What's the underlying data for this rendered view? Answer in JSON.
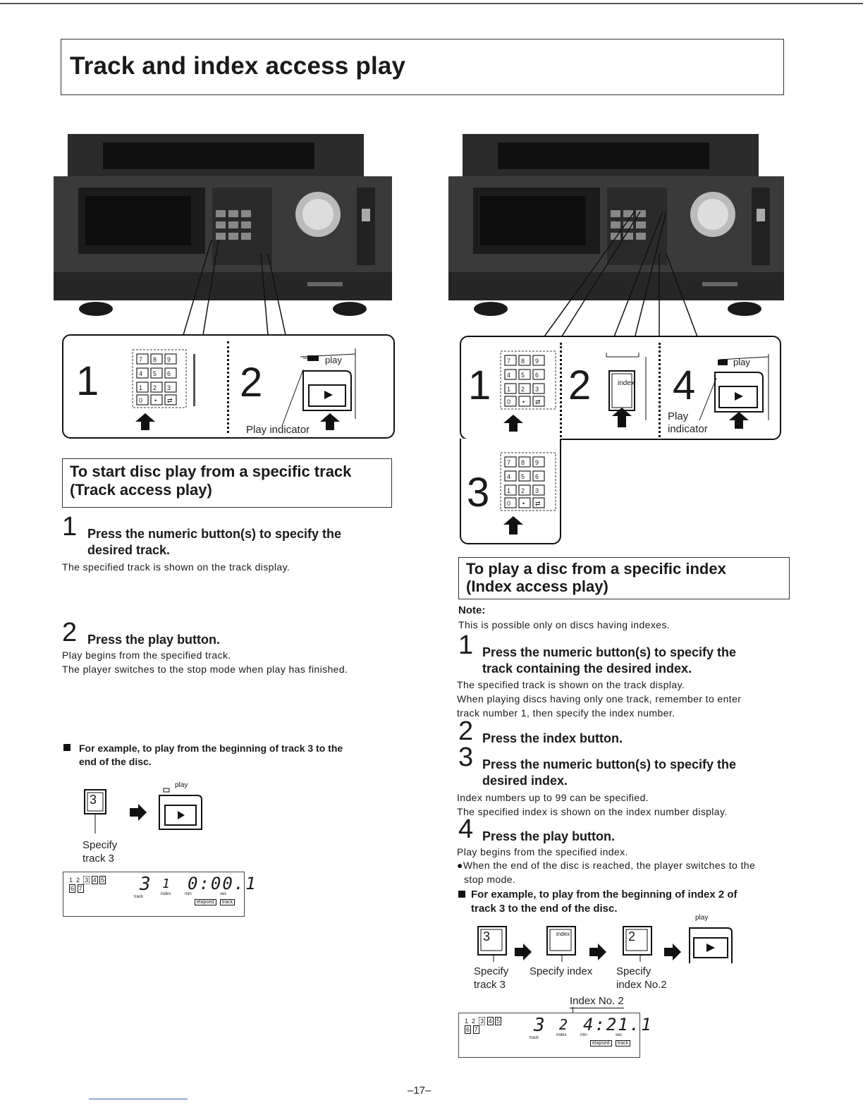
{
  "title": "Track and index access play",
  "left": {
    "callout1_num": "1",
    "callout2_num": "2",
    "callout2_play_label": "play",
    "callout2_caption": "Play indicator",
    "section_title_line1": "To start disc play from a specific track",
    "section_title_line2": "(Track access play)",
    "steps": [
      {
        "num": "1",
        "text_line1": "Press the numeric button(s) to specify the",
        "text_line2": "desired track.",
        "body": [
          "The specified track is shown on the track display."
        ]
      },
      {
        "num": "2",
        "text_line1": "Press the play button.",
        "body": [
          "Play begins from the specified track.",
          "The player switches to the stop mode when play has finished."
        ]
      }
    ],
    "example_line1": "For example, to play from the beginning of track 3 to the",
    "example_line2": "end of the disc.",
    "example_box_value": "3",
    "example_play_label": "play",
    "example_specify_line1": "Specify",
    "example_specify_line2": "track 3",
    "display": {
      "track_nums": [
        "1",
        "2",
        "3",
        "4",
        "5",
        "6",
        "7"
      ],
      "track": "3",
      "index": "1",
      "time": "0:00.1",
      "labels": [
        "track",
        "index",
        "min",
        "sec"
      ],
      "badges": [
        "elapsed",
        "track"
      ]
    }
  },
  "right": {
    "callout_nums": [
      "1",
      "2",
      "3",
      "4"
    ],
    "index_key_label": "index",
    "play_label": "play",
    "callout4_caption_line1": "Play",
    "callout4_caption_line2": "indicator",
    "section_title_line1": "To play a disc from a specific index",
    "section_title_line2": "(Index access play)",
    "note_label": "Note:",
    "note_text": "This is possible only on discs having indexes.",
    "steps": [
      {
        "num": "1",
        "text_line1": "Press the numeric button(s) to specify the",
        "text_line2": "track containing the desired index.",
        "body": [
          "The specified track is shown on the track display.",
          "When playing discs having only one track, remember to enter",
          "track number 1, then specify the index number."
        ]
      },
      {
        "num": "2",
        "text_line1": "Press the index button.",
        "body": []
      },
      {
        "num": "3",
        "text_line1": "Press the numeric button(s) to specify the",
        "text_line2": "desired index.",
        "body": [
          "Index numbers up to 99 can be specified.",
          "The specified index is shown on the index number display."
        ]
      },
      {
        "num": "4",
        "text_line1": "Press the play button.",
        "body": [
          "Play begins from the specified index.",
          "●When the end of the disc is reached, the player switches to the",
          "stop mode."
        ]
      }
    ],
    "example_line1": "For example, to play from the beginning of index 2 of",
    "example_line2": "track 3 to the end of the disc.",
    "example_play_label": "play",
    "example_boxes": [
      "3",
      "index",
      "2"
    ],
    "example_captions": [
      {
        "line1": "Specify",
        "line2": "track 3"
      },
      {
        "line1": "Specify index",
        "line2": ""
      },
      {
        "line1": "Specify",
        "line2": "index No.2"
      }
    ],
    "index_no_label": "Index No. 2",
    "display": {
      "track_nums": [
        "1",
        "2",
        "3",
        "4",
        "5",
        "6",
        "7"
      ],
      "track": "3",
      "index": "2",
      "time": "4:21.1",
      "labels": [
        "track",
        "index",
        "min",
        "sec"
      ],
      "badges": [
        "elapsed",
        "track"
      ]
    }
  },
  "keypad_keys": [
    "7",
    "8",
    "9",
    "4",
    "5",
    "6",
    "1",
    "2",
    "3",
    "0",
    "•",
    "⇄"
  ],
  "page_number": "–17–"
}
